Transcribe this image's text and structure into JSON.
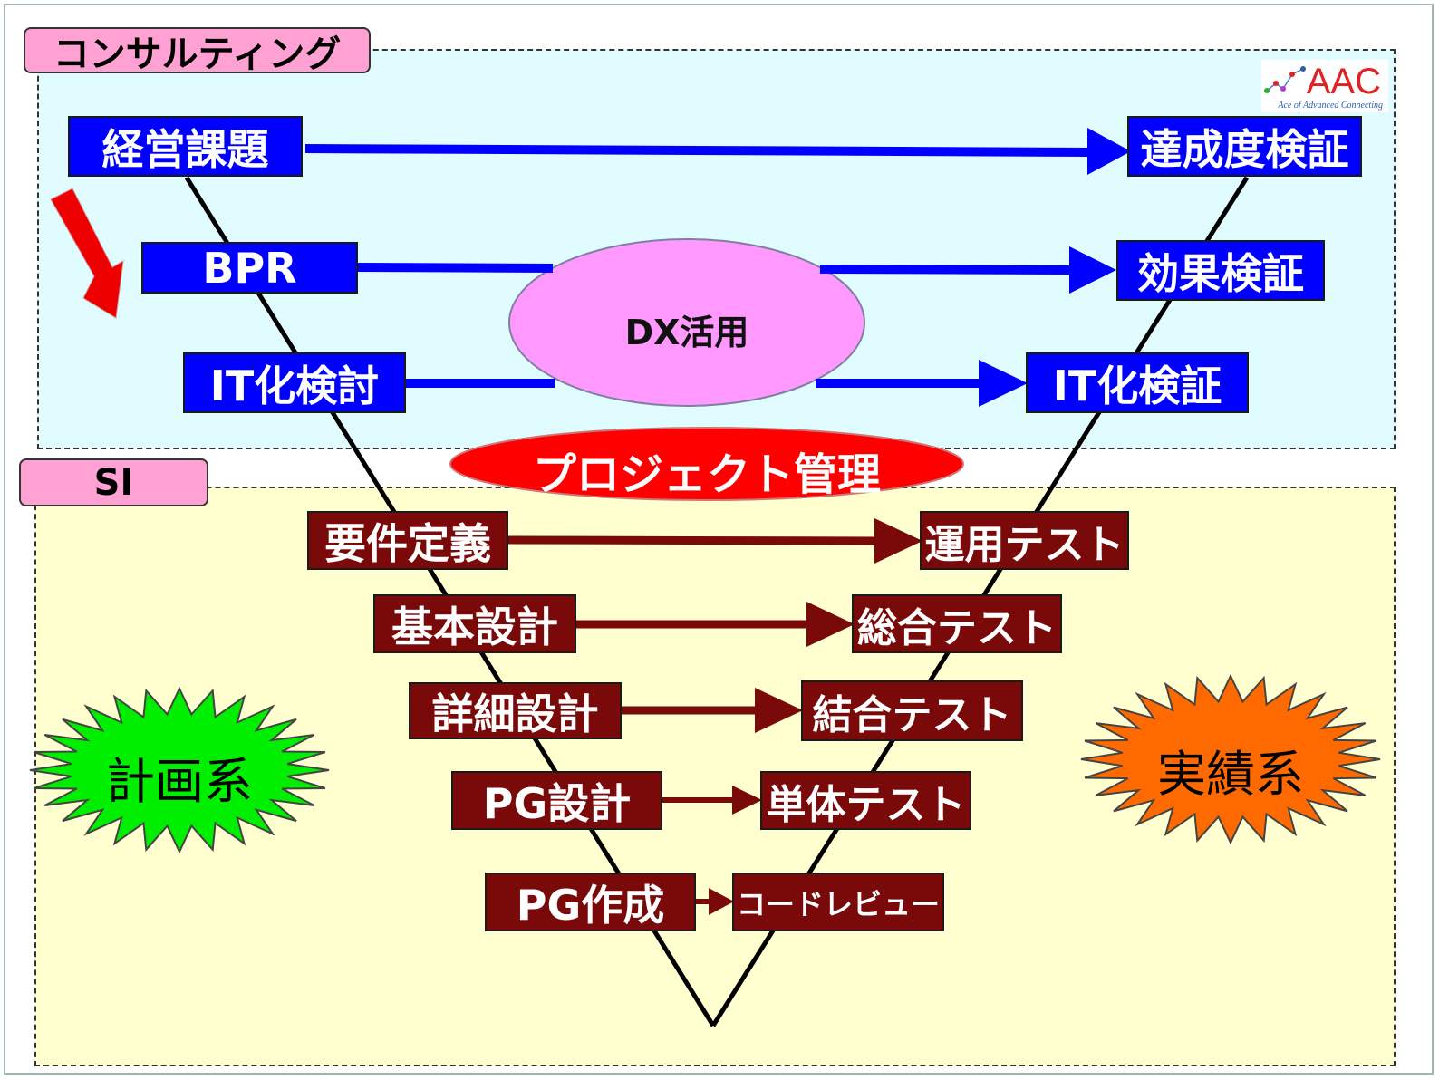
{
  "regions": {
    "consulting_label": "コンサルティング",
    "si_label": "SI"
  },
  "logo": {
    "letters": "AAC",
    "tagline": "Ace of Advanced Connecting"
  },
  "left_steps": {
    "management_issues": "経営課題",
    "bpr": "BPR",
    "it_study": "IT化検討",
    "requirements": "要件定義",
    "basic_design": "基本設計",
    "detail_design": "詳細設計",
    "pg_design": "PG設計",
    "pg_creation": "PG作成"
  },
  "right_steps": {
    "achievement_check": "達成度検証",
    "effect_check": "効果検証",
    "it_check": "IT化検証",
    "operation_test": "運用テスト",
    "integration_test": "総合テスト",
    "combined_test": "結合テスト",
    "unit_test": "単体テスト",
    "code_review": "コードレビュー"
  },
  "ovals": {
    "dx": "DX活用",
    "project_management": "プロジェクト管理"
  },
  "bursts": {
    "plan": "計画系",
    "result": "実績系"
  },
  "colors": {
    "consulting_bg": "#e0fcfe",
    "si_bg": "#ffffcf",
    "tag_pink": "#ffa1d2",
    "blue_box": "#0000ff",
    "maroon_box": "#7a0a0a",
    "dx_oval": "#ff99ff",
    "pm_oval": "#ff0000",
    "plan_burst": "#00ee00",
    "result_burst": "#ff6a00"
  }
}
